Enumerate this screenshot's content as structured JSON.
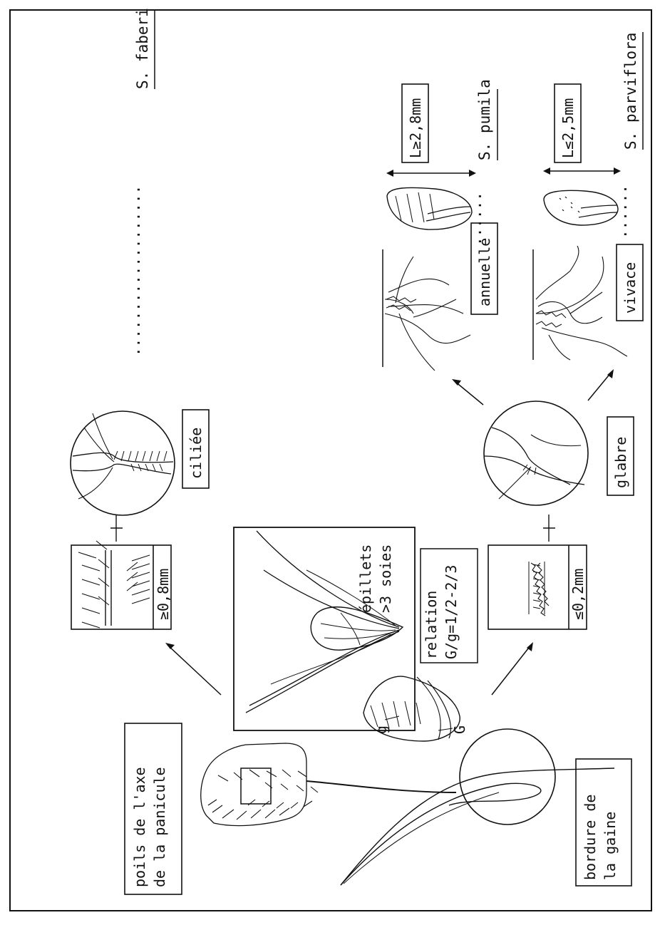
{
  "species": {
    "faberi": "S. faberi",
    "pumila": "S. pumila",
    "parviflora": "S. parviflora"
  },
  "labels": {
    "poils_line1": "poils de l'axe",
    "poils_line2": "de la panicule",
    "bordure_line1": "bordure de",
    "bordure_line2": "la gaine",
    "epillets_line1": "épillets",
    "epillets_line2": ">3 soies",
    "relation_line1": "relation",
    "relation_line2": "G/g=1/2-2/3",
    "g_small": "g",
    "g_big": "G",
    "hair_long": "≥0,8mm",
    "hair_short": "≤0,2mm",
    "ciliee": "ciliée",
    "glabre": "glabre",
    "annuelle": "annuelle",
    "vivace": "vivace",
    "len_pumila": "L≥2,8mm",
    "len_parviflora": "L≤2,5mm",
    "dots": "...................",
    "dots_short": "......"
  }
}
